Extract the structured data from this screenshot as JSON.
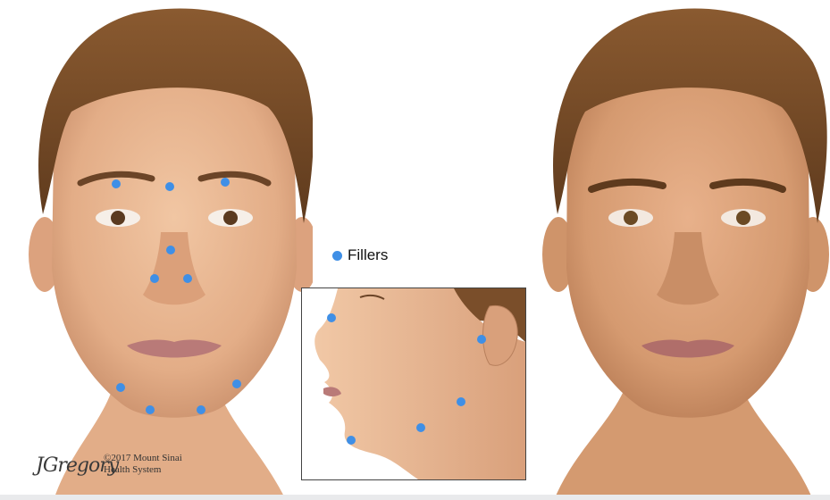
{
  "legend": {
    "label": "Fillers",
    "color": "#3f8fe6"
  },
  "credit": {
    "signature": "JGregory",
    "copyright_line1": "©2017 Mount Sinai",
    "copyright_line2": "Health System"
  },
  "colors": {
    "skin_left": "#e8b690",
    "skin_right": "#d99c72",
    "hair": "#7a4e2a",
    "lips": "#b97a78",
    "dot": "#3f8fe6"
  }
}
